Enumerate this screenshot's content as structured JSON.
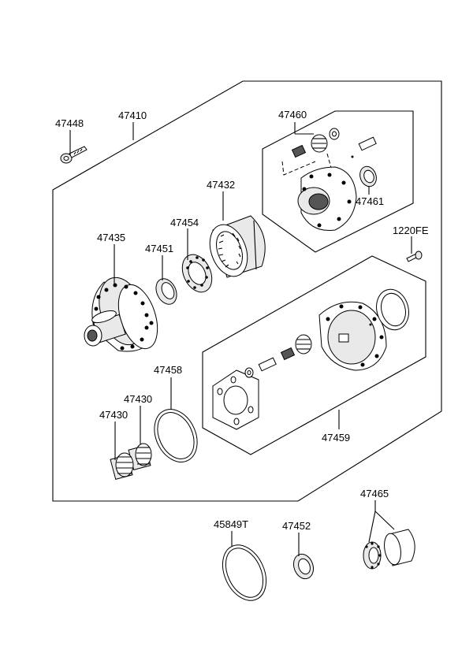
{
  "labels": {
    "p47448": "47448",
    "p47410": "47410",
    "p47460": "47460",
    "p47432": "47432",
    "p47454": "47454",
    "p47435": "47435",
    "p47451": "47451",
    "p47461": "47461",
    "p1220FE": "1220FE",
    "p47458": "47458",
    "p47430a": "47430",
    "p47430b": "47430",
    "p47459": "47459",
    "p47465": "47465",
    "p45849T": "45849T",
    "p47452": "47452"
  }
}
